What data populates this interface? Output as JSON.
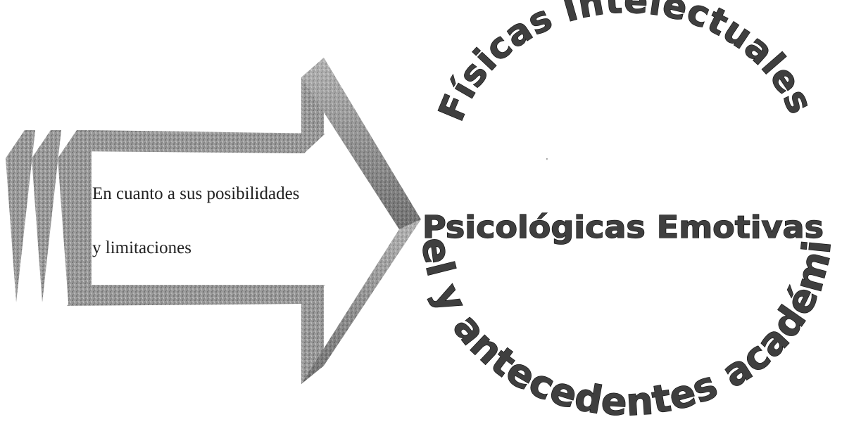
{
  "arrow": {
    "line1": "En cuanto a sus posibilidades",
    "line2": "y limitaciones"
  },
  "circle": {
    "top_arc": "Físicas Intelectuales",
    "middle": "Psicológicas Emotivas",
    "bottom_arc": "Nivel y antecedentes académicos"
  }
}
